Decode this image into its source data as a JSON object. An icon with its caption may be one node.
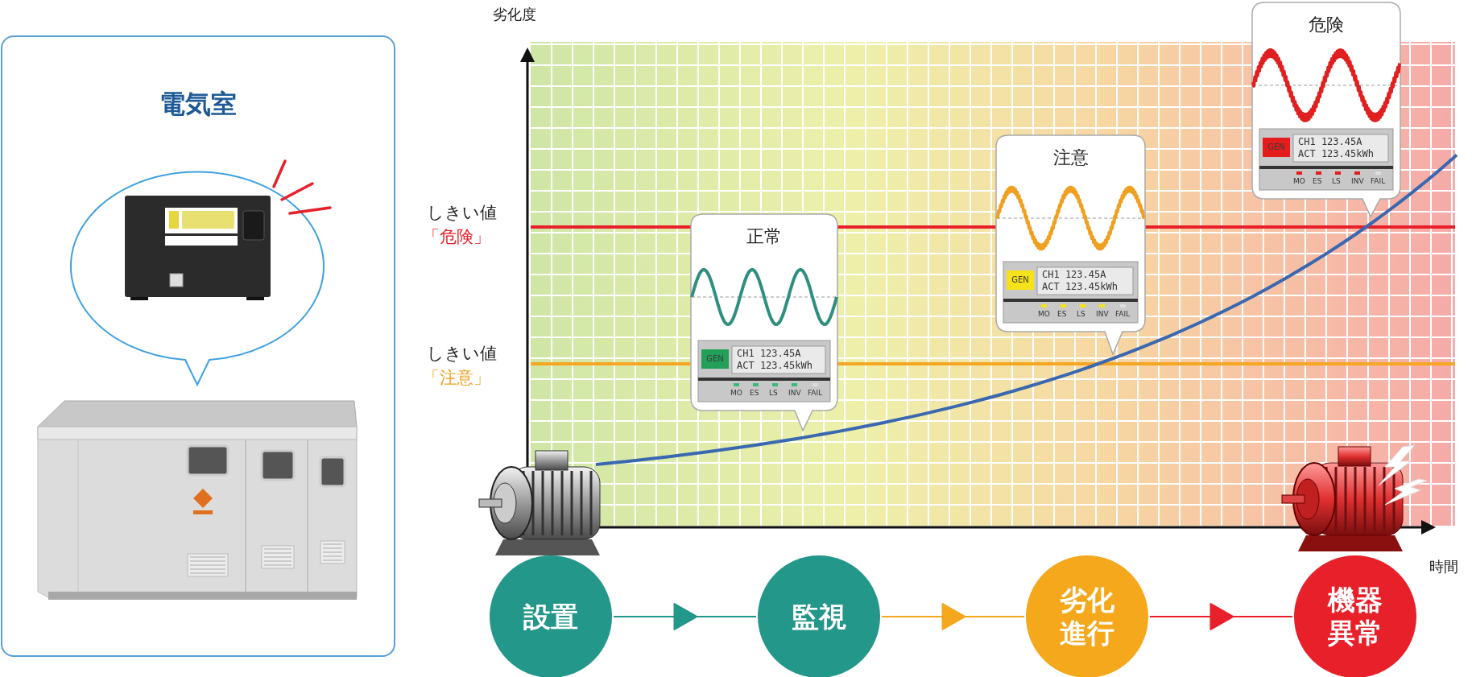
{
  "diagram": {
    "nodes": [
      {
        "text": [
          "電気室"
        ]
      },
      {
        "text": [
          "正常",
          "GEN",
          "CH1 123.45A",
          "ACT 123.45kWh",
          "MO",
          "ES",
          "LS",
          "INV",
          "FAIL"
        ]
      },
      {
        "text": [
          "注意",
          "GEN",
          "CH1 123.45A",
          "ACT 123.45kWh",
          "MO",
          "ES",
          "LS",
          "INV",
          "FAIL"
        ]
      },
      {
        "text": [
          "危険",
          "GEN",
          "CH1 123.45A",
          "ACT 123.45kWh",
          "MO",
          "ES",
          "LS",
          "INV",
          "FAIL"
        ]
      },
      {
        "text": [
          "設置"
        ]
      },
      {
        "text": [
          "監視"
        ]
      },
      {
        "text": [
          "劣化進行"
        ]
      },
      {
        "text": [
          "機器異常"
        ]
      }
    ],
    "edges": [
      {
        "from": 4,
        "to": 5,
        "arrow": "to",
        "color": "#23978a"
      },
      {
        "from": 5,
        "to": 6,
        "arrow": "to",
        "color": "#f5a81c"
      },
      {
        "from": 6,
        "to": 7,
        "arrow": "to",
        "color": "#e8202a"
      }
    ],
    "labels": [
      "劣化度",
      "時間",
      "しきい値",
      "「危険」",
      "しきい値",
      "「注意」"
    ]
  }
}
